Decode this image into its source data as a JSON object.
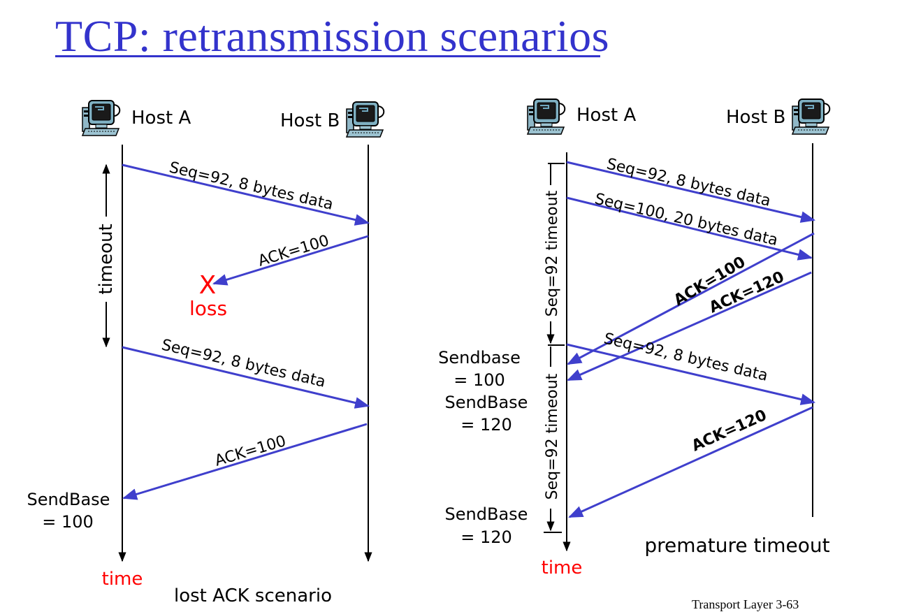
{
  "title": "TCP: retransmission scenarios",
  "colors": {
    "title": "#3333cc",
    "message_arrow": "#3f3fcc",
    "timeline": "#000000",
    "emphasis": "#ff0000"
  },
  "icons": [
    "computer-host-icon"
  ],
  "left_scenario": {
    "host_a": "Host A",
    "host_b": "Host B",
    "timeout_label": "timeout",
    "messages": [
      {
        "label": "Seq=92, 8 bytes data",
        "direction": "A-to-B"
      },
      {
        "label": "ACK=100",
        "direction": "B-to-A",
        "lost": true
      },
      {
        "label": "Seq=92, 8 bytes data",
        "direction": "A-to-B"
      },
      {
        "label": "ACK=100",
        "direction": "B-to-A"
      }
    ],
    "loss_mark": "X",
    "loss_label": "loss",
    "sendbase": [
      "SendBase",
      "= 100"
    ],
    "time_label": "time",
    "caption": "lost ACK scenario"
  },
  "right_scenario": {
    "host_a": "Host A",
    "host_b": "Host B",
    "timer_labels": [
      "Seq=92 timeout",
      "Seq=92 timeout"
    ],
    "messages": [
      {
        "label": "Seq=92, 8 bytes data",
        "direction": "A-to-B"
      },
      {
        "label": "Seq=100, 20 bytes data",
        "direction": "A-to-B"
      },
      {
        "label": "ACK=100",
        "direction": "B-to-A"
      },
      {
        "label": "ACK=120",
        "direction": "B-to-A"
      },
      {
        "label": "Seq=92, 8 bytes data",
        "direction": "A-to-B"
      },
      {
        "label": "ACK=120",
        "direction": "B-to-A"
      }
    ],
    "sendbase_updates": [
      [
        "Sendbase",
        "= 100"
      ],
      [
        "SendBase",
        "= 120"
      ],
      [
        "SendBase",
        "= 120"
      ]
    ],
    "time_label": "time",
    "caption": "premature timeout"
  },
  "footer": "Transport Layer   3-63"
}
